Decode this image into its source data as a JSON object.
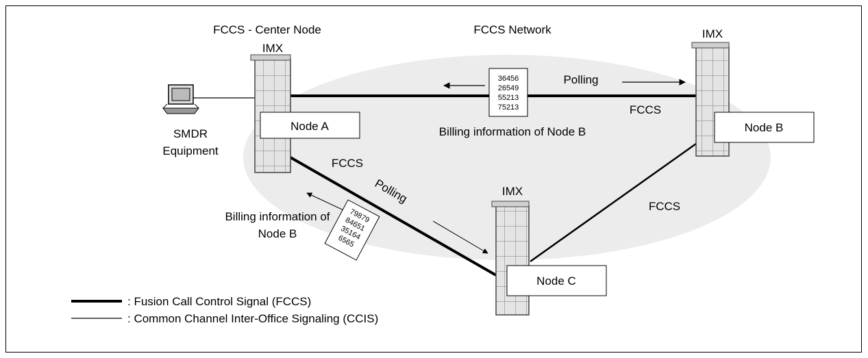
{
  "title": {
    "center_node": "FCCS - Center Node",
    "network": "FCCS Network"
  },
  "nodes": {
    "a": {
      "label": "Node A",
      "device": "IMX"
    },
    "b": {
      "label": "Node B",
      "device": "IMX"
    },
    "c": {
      "label": "Node C",
      "device": "IMX"
    }
  },
  "smdr": {
    "line1": "SMDR",
    "line2": "Equipment"
  },
  "links": {
    "ab_label": "FCCS",
    "ac_label": "FCCS",
    "bc_label": "FCCS",
    "polling_ab": "Polling",
    "polling_ac": "Polling"
  },
  "billing": {
    "ab_caption": "Billing information of Node B",
    "ac_caption_line1": "Billing information of",
    "ac_caption_line2": "Node B",
    "ab_numbers": [
      "36456",
      "26549",
      "55213",
      "75213"
    ],
    "ac_numbers": [
      "79879",
      "84651",
      "35164",
      "6565"
    ]
  },
  "legend": {
    "fccs": ": Fusion Call Control Signal (FCCS)",
    "ccis": ": Common Channel Inter-Office Signaling (CCIS)"
  },
  "colors": {
    "network_fill": "#ececec",
    "cabinet": "#e6e6e6",
    "line": "#000000"
  }
}
